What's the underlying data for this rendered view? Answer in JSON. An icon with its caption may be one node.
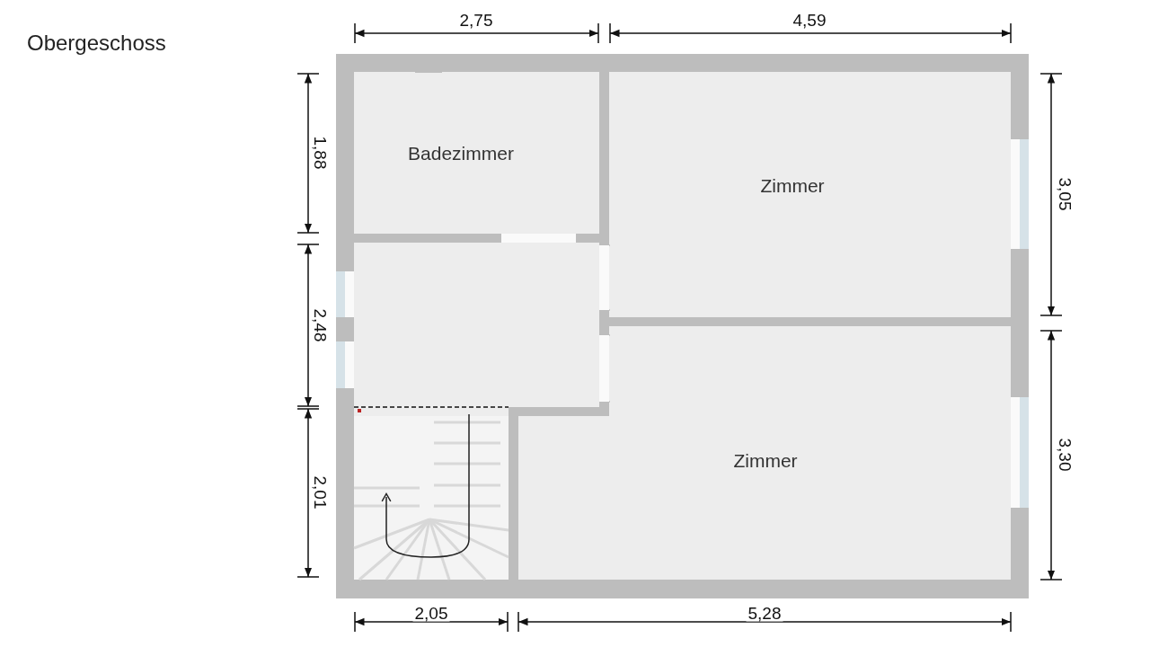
{
  "diagram": {
    "title": "Obergeschoss",
    "nodes": [
      {
        "text": [
          "Badezimmer"
        ]
      },
      {
        "text": [
          "Zimmer"
        ]
      },
      {
        "text": [
          "Zimmer"
        ]
      }
    ],
    "labels": [
      "2,75",
      "4,59",
      "1,88",
      "3,05",
      "2,48",
      "2,01",
      "3,30",
      "2,05",
      "5,28"
    ]
  }
}
